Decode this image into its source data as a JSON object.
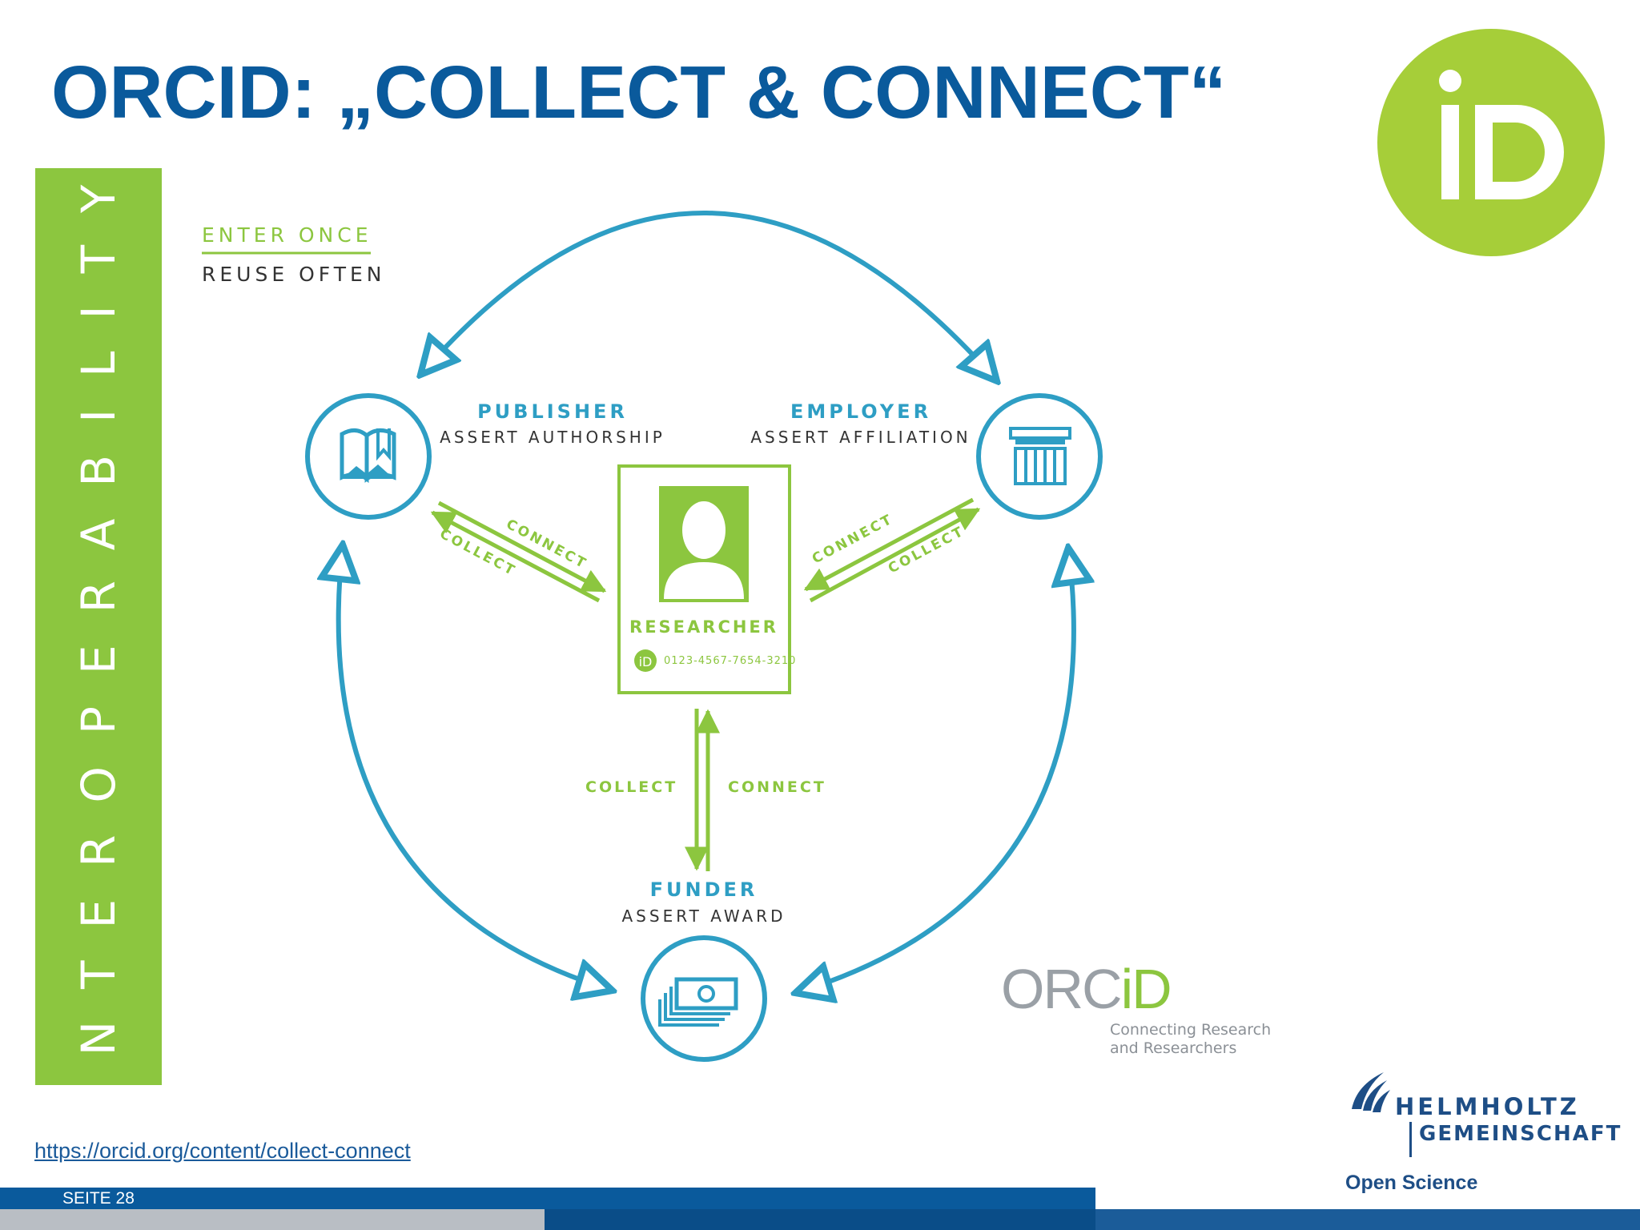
{
  "title": "ORCID: „COLLECT & CONNECT“",
  "badge_text": "iD",
  "sidebar_label": "INTEROPERABILITY",
  "legend": {
    "line1": "ENTER ONCE",
    "line2": "REUSE OFTEN"
  },
  "nodes": {
    "publisher": {
      "name": "PUBLISHER",
      "action": "ASSERT AUTHORSHIP",
      "icon": "book-icon"
    },
    "employer": {
      "name": "EMPLOYER",
      "action": "ASSERT AFFILIATION",
      "icon": "building-icon"
    },
    "funder": {
      "name": "FUNDER",
      "action": "ASSERT AWARD",
      "icon": "money-icon"
    },
    "researcher": {
      "name": "RESEARCHER",
      "id": "0123-4567-7654-3210",
      "icon": "person-icon",
      "id_badge": "iD"
    }
  },
  "flows": {
    "collect": "COLLECT",
    "connect": "CONNECT"
  },
  "orcid_logo": {
    "word_left": "ORC",
    "word_right": "iD",
    "tagline1": "Connecting Research",
    "tagline2": "and Researchers"
  },
  "helmholtz": {
    "name1": "HELMHOLTZ",
    "name2": "GEMEINSCHAFT",
    "sub": "Open Science"
  },
  "link": "https://orcid.org/content/collect-connect",
  "page_label": "SEITE 28",
  "colors": {
    "blue_title": "#0a5a9c",
    "green": "#8cc63f",
    "teal": "#2e9ec4",
    "dark_text": "#333333"
  }
}
